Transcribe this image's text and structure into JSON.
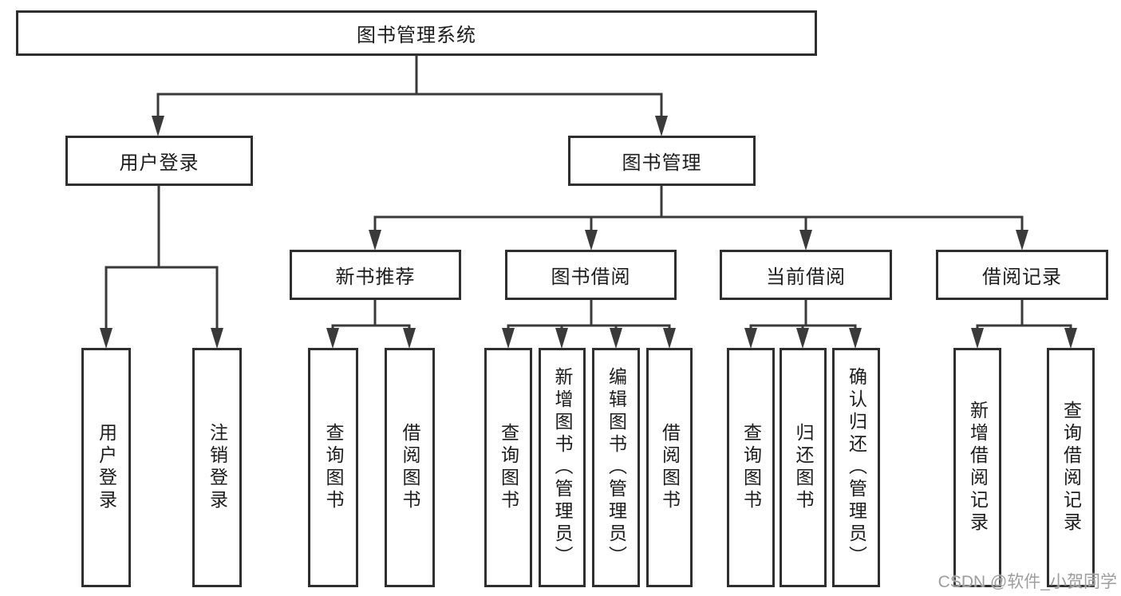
{
  "tree": {
    "root": "图书管理系统",
    "level2": [
      {
        "label": "用户登录",
        "children": [
          {
            "label": "用户登录"
          },
          {
            "label": "注销登录"
          }
        ]
      },
      {
        "label": "图书管理",
        "children": [
          {
            "label": "新书推荐",
            "children": [
              {
                "label": "查询图书"
              },
              {
                "label": "借阅图书"
              }
            ]
          },
          {
            "label": "图书借阅",
            "children": [
              {
                "label": "查询图书"
              },
              {
                "label": "新增图书（管理员）"
              },
              {
                "label": "编辑图书（管理员）"
              },
              {
                "label": "借阅图书"
              }
            ]
          },
          {
            "label": "当前借阅",
            "children": [
              {
                "label": "查询图书"
              },
              {
                "label": "归还图书"
              },
              {
                "label": "确认归还（管理员）"
              }
            ]
          },
          {
            "label": "借阅记录",
            "children": [
              {
                "label": "新增借阅记录"
              },
              {
                "label": "查询借阅记录"
              }
            ]
          }
        ]
      }
    ]
  },
  "watermark": "CSDN @软件_小贺同学",
  "colors": {
    "line": "#3a3a3a",
    "border": "#2f2f2f",
    "text": "#1c1c1c",
    "watermark": "#9e9e9e"
  }
}
